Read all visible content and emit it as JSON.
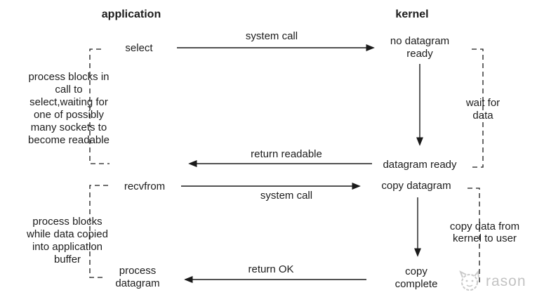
{
  "diagram": {
    "headers": {
      "application": "application",
      "kernel": "kernel"
    },
    "application_column": {
      "select_label": "select",
      "recvfrom_label": "recvfrom",
      "process_datagram_label": "process\ndatagram",
      "block_note_1": "process blocks in\ncall to\nselect,waiting for\none of possibly\nmany sockets to\nbecome readable",
      "block_note_2": "process blocks\nwhile data copied\ninto application\nbuffer"
    },
    "kernel_column": {
      "no_datagram_label": "no datagram\nready",
      "datagram_ready_label": "datagram ready",
      "copy_datagram_label": "copy datagram",
      "copy_complete_label": "copy\ncomplete",
      "wait_note": "wait for\ndata",
      "copy_note": "copy data from\nkernel to user"
    },
    "arrows": {
      "system_call_1_label": "system call",
      "return_readable_label": "return readable",
      "system_call_2_label": "system call",
      "return_ok_label": "return OK"
    },
    "colors": {
      "line": "#1a1a1a",
      "text": "#1c1c1c",
      "watermark": "#c3c3c3"
    },
    "watermark": {
      "text": "rason"
    }
  }
}
